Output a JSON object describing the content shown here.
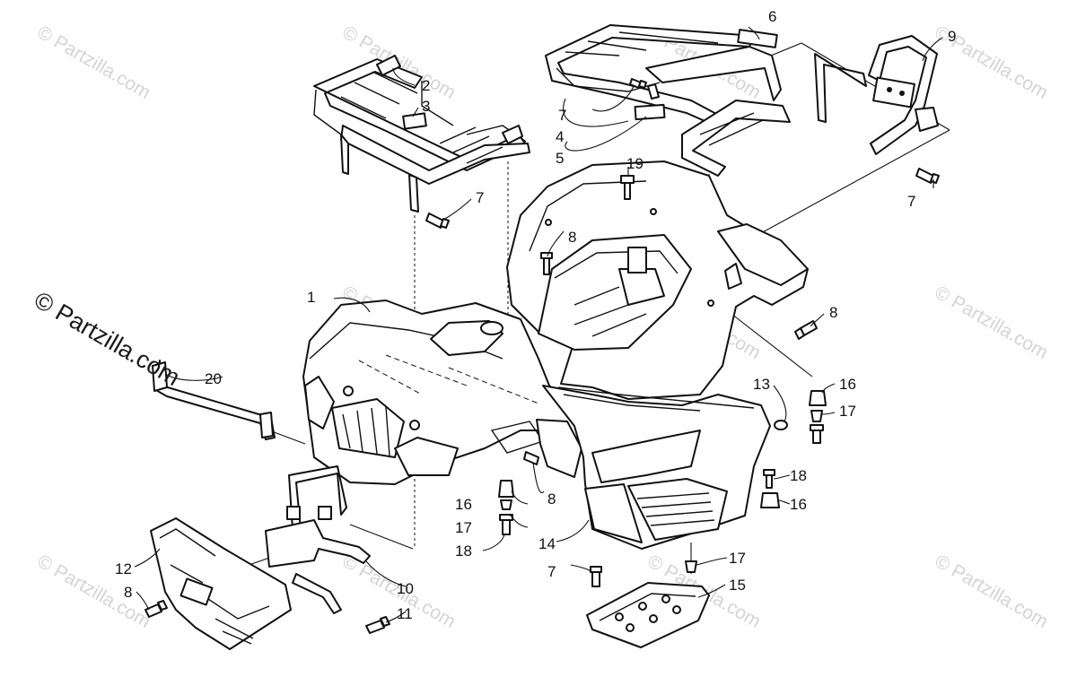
{
  "watermark": {
    "brand": "© Partzilla.com",
    "short": "© Partzilla.com"
  },
  "callouts": {
    "c1": "1",
    "c2": "2",
    "c3": "3",
    "c4": "4",
    "c5": "5",
    "c6": "6",
    "c7a": "7",
    "c7b": "7",
    "c7c": "7",
    "c7d": "7",
    "c8a": "8",
    "c8b": "8",
    "c8c": "8",
    "c8d": "8",
    "c9": "9",
    "c10": "10",
    "c11": "11",
    "c12": "12",
    "c13": "13",
    "c14": "14",
    "c15": "15",
    "c16a": "16",
    "c16b": "16",
    "c16c": "16",
    "c17a": "17",
    "c17b": "17",
    "c17c": "17",
    "c18a": "18",
    "c18b": "18",
    "c19": "19",
    "c20": "20"
  }
}
